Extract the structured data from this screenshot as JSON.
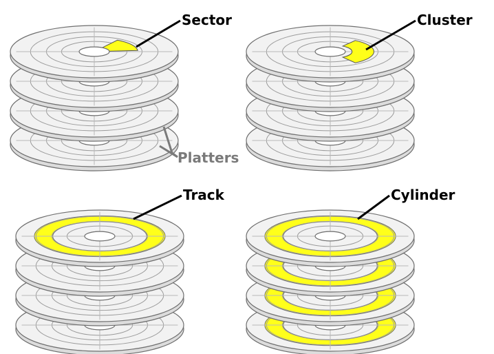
{
  "labels": {
    "sector": "Sector",
    "cluster": "Cluster",
    "platters": "Platters",
    "track": "Track",
    "cylinder": "Cylinder"
  },
  "colors": {
    "highlight": "#ffff1a",
    "platter_fill": "#f2f2f2",
    "platter_edge": "#dcdcdc",
    "line": "#6e6e6e",
    "label": "#000000",
    "label_muted": "#7a7a7a"
  },
  "panels": [
    {
      "name": "sector",
      "platters": 4,
      "highlight": "sector"
    },
    {
      "name": "cluster",
      "platters": 4,
      "highlight": "cluster"
    },
    {
      "name": "track",
      "platters": 4,
      "highlight": "track"
    },
    {
      "name": "cylinder",
      "platters": 4,
      "highlight": "cylinder"
    }
  ]
}
